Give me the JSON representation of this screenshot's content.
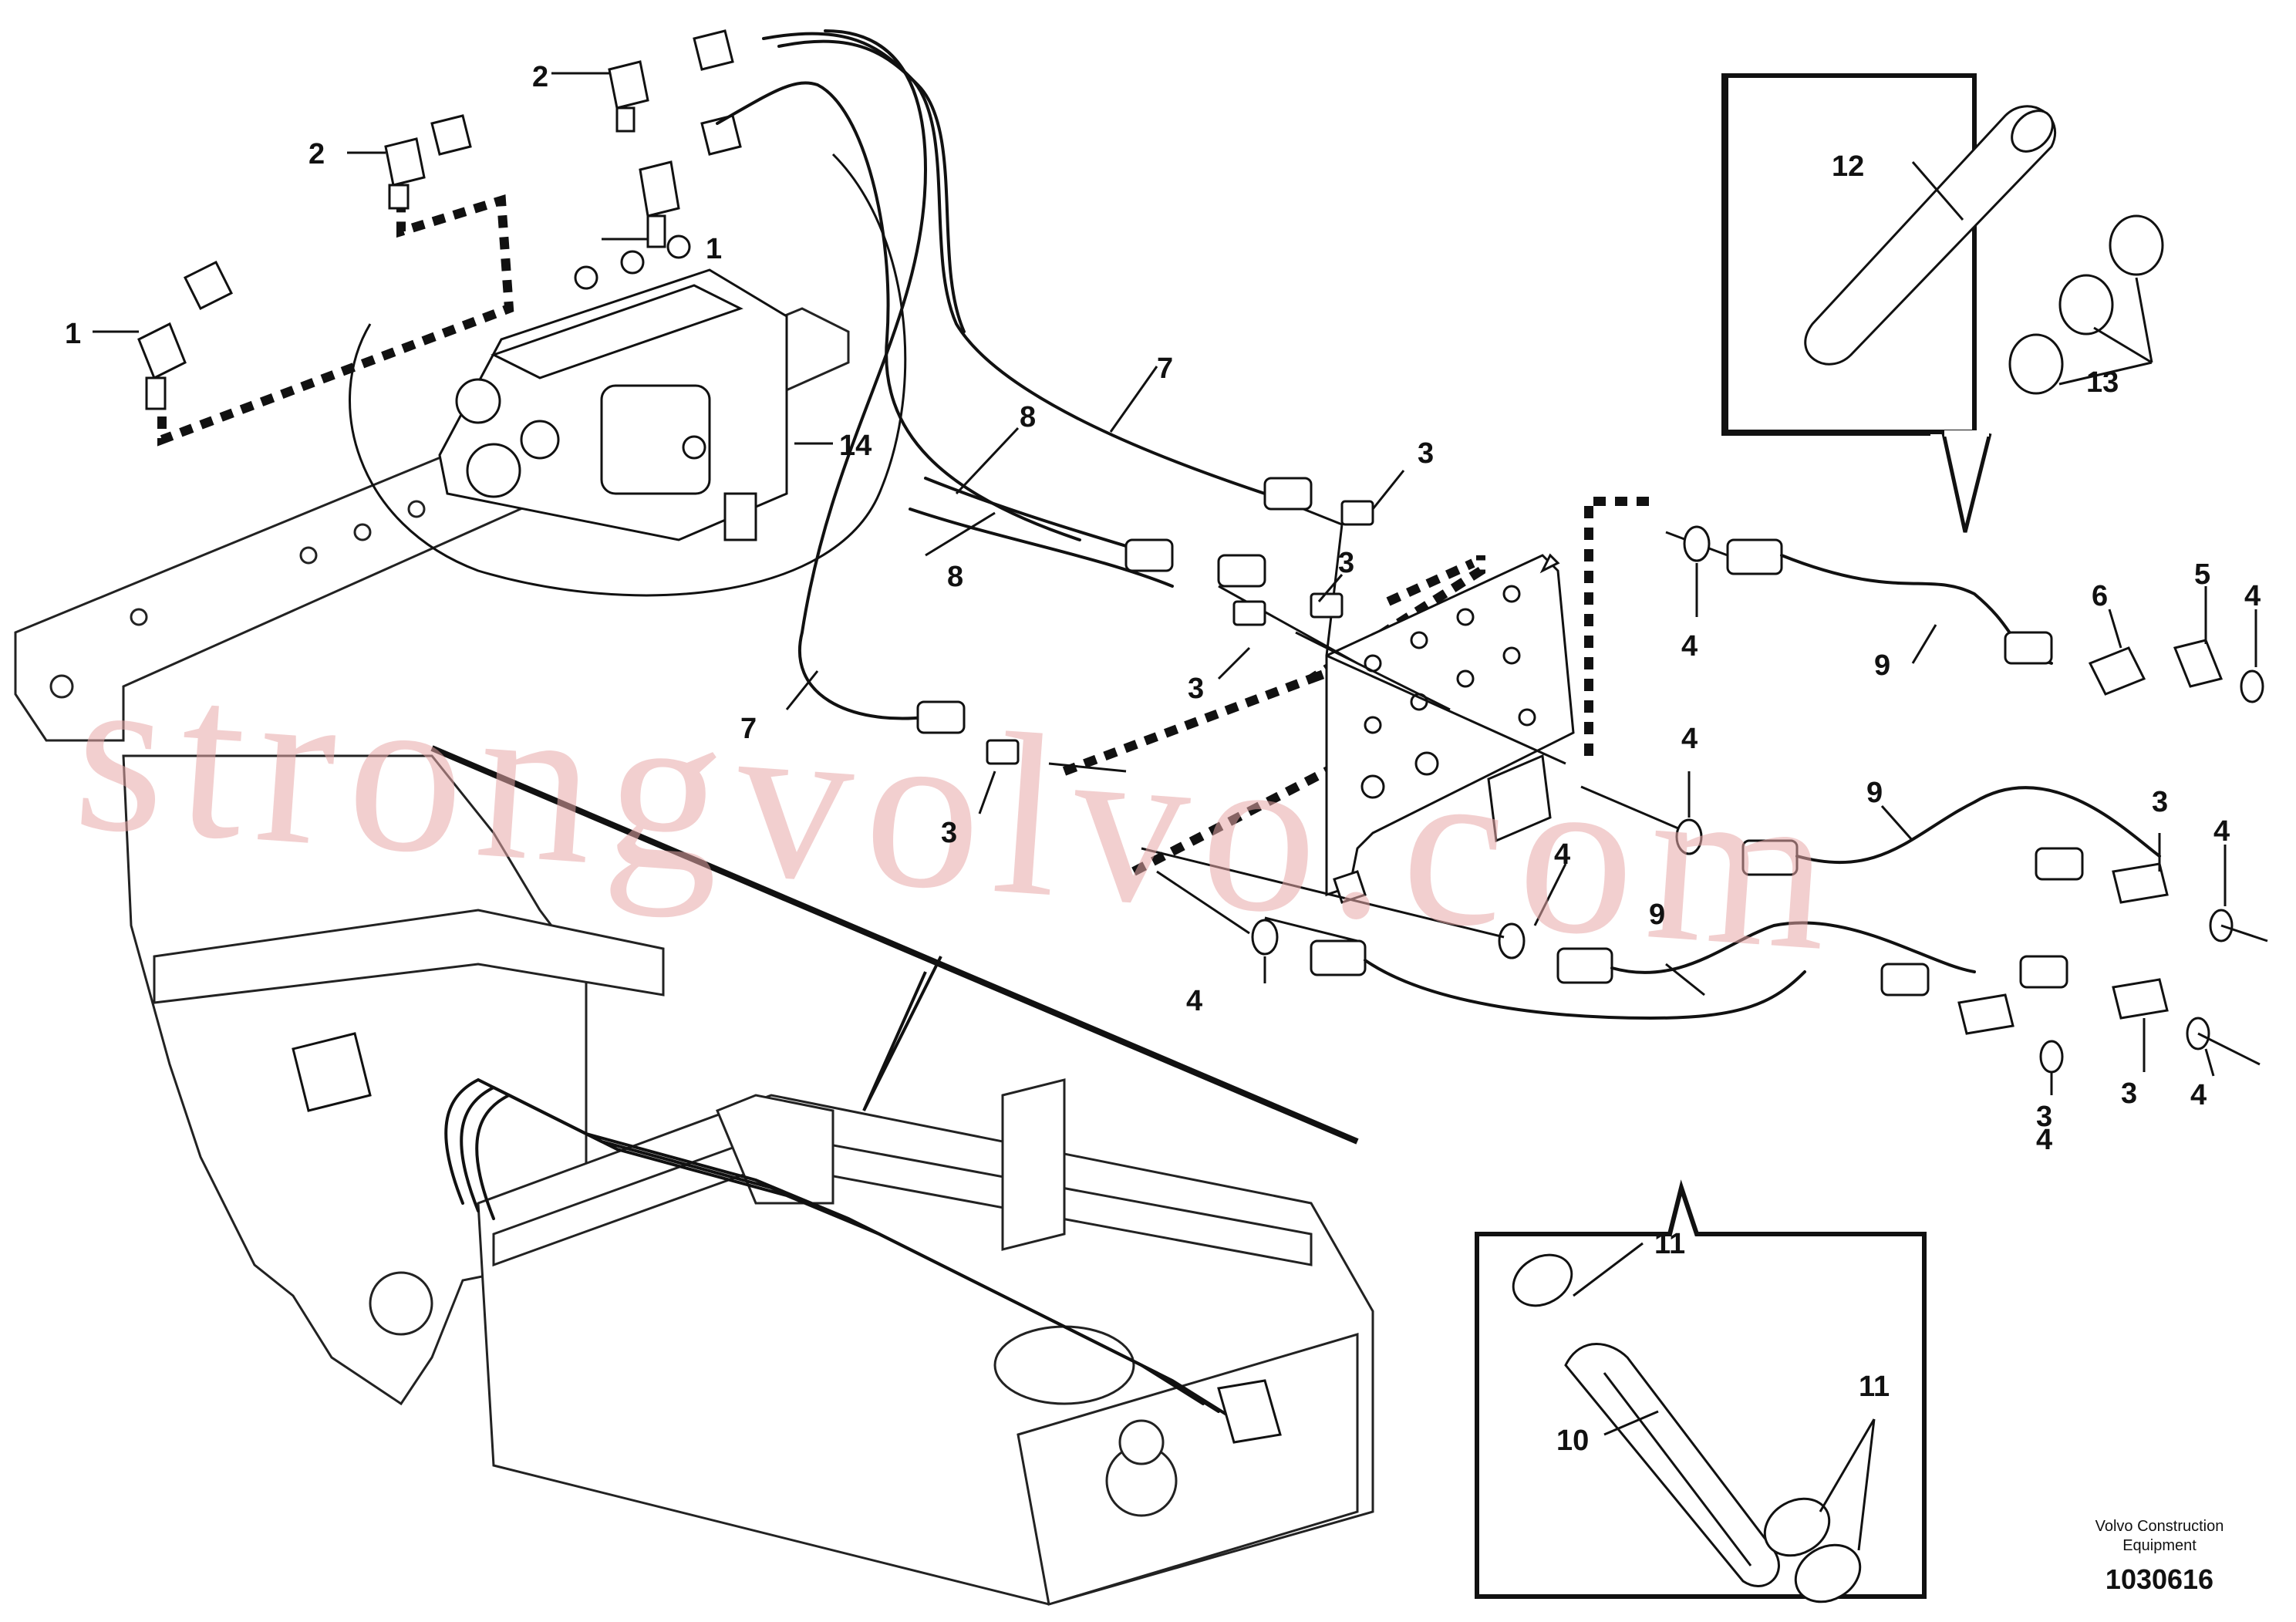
{
  "callouts": {
    "c1a": "1",
    "c1b": "1",
    "c2a": "2",
    "c2b": "2",
    "c3a": "3",
    "c3b": "3",
    "c3c": "3",
    "c3d": "3",
    "c3e": "3",
    "c3f": "3",
    "c3g": "3",
    "c4a": "4",
    "c4b": "4",
    "c4c": "4",
    "c4d": "4",
    "c4e": "4",
    "c4f": "4",
    "c4g": "4",
    "c4h": "4",
    "c5": "5",
    "c6": "6",
    "c7a": "7",
    "c7b": "7",
    "c8a": "8",
    "c8b": "8",
    "c9a": "9",
    "c9b": "9",
    "c9c": "9",
    "c10": "10",
    "c11a": "11",
    "c11b": "11",
    "c12": "12",
    "c13": "13",
    "c14": "14"
  },
  "watermark": "strongvolvo.com",
  "footer": {
    "line1": "Volvo Construction",
    "line2": "Equipment",
    "figure_number": "1030616"
  }
}
